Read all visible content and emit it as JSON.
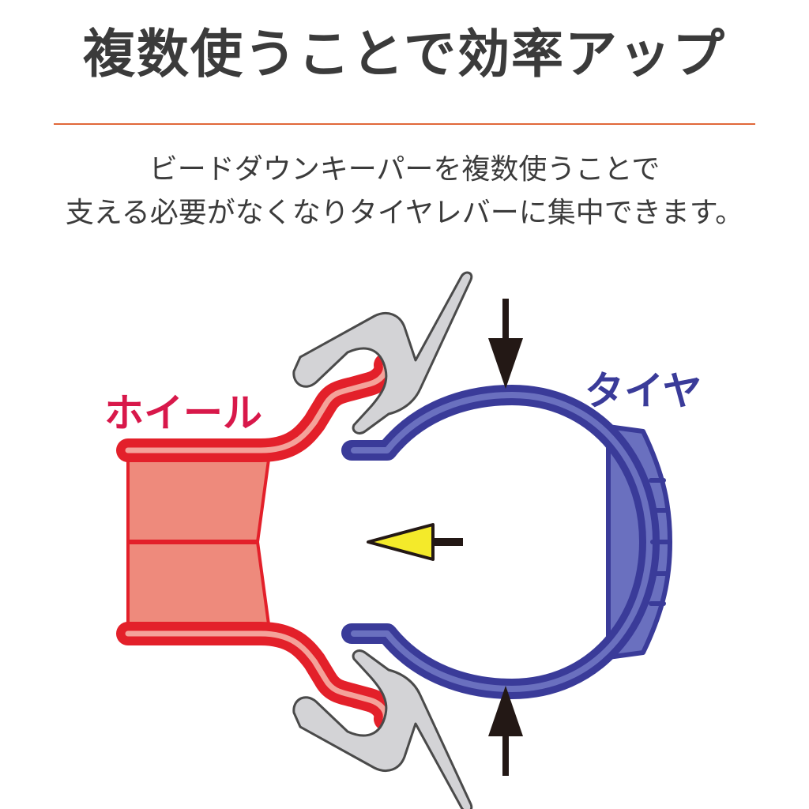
{
  "header": {
    "title": "複数使うことで効率アップ",
    "description_line1": "ビードダウンキーパーを複数使うことで",
    "description_line2": "支える必要がなくなりタイヤレバーに集中できます。"
  },
  "diagram": {
    "wheel_label": "ホイール",
    "tire_label": "タイヤ",
    "colors": {
      "wheel": "#e3202a",
      "wheel_fill": "#ee8a7c",
      "tire": "#3a3b99",
      "tire_fill": "#6a70bf",
      "keeper": "#d3d3d6",
      "arrow": "#231815",
      "pointer": "#f4ea2a",
      "rule": "#e0683a",
      "text": "#3b3b3b"
    }
  }
}
